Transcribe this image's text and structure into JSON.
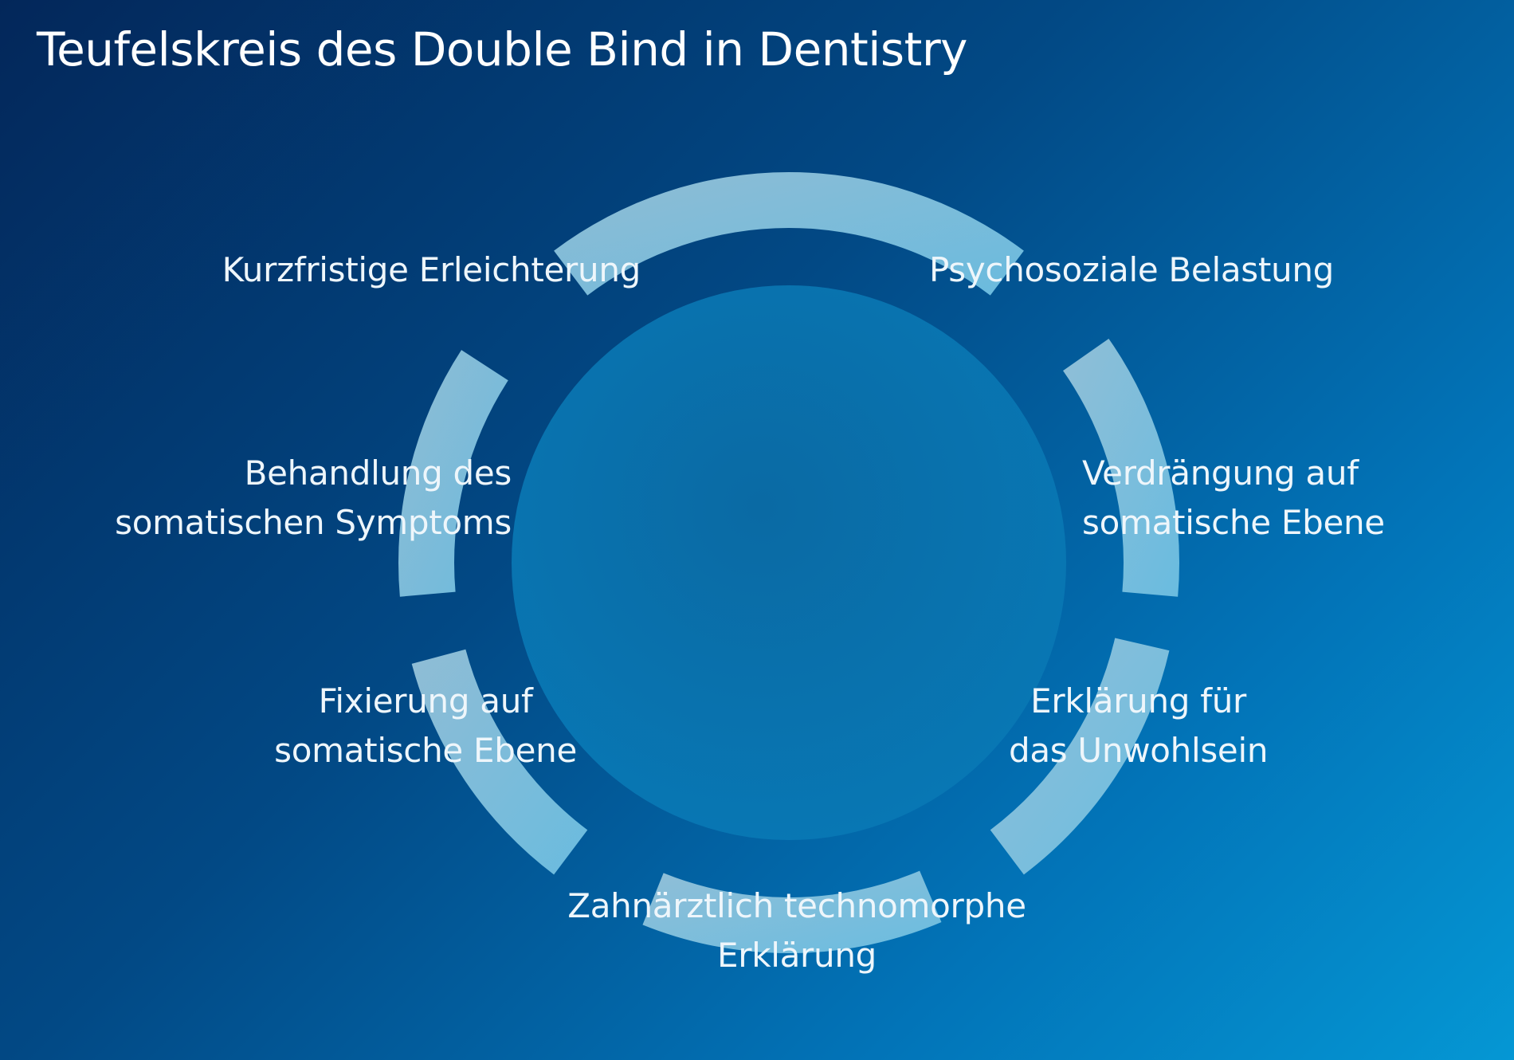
{
  "title": "Teufelskreis des Double Bind in Dentistry",
  "colors": {
    "ring": "#8fc3dc",
    "inner_disc": "#0a72ad",
    "text": "#eef6fb"
  },
  "nodes": [
    {
      "id": "psychosoziale",
      "lines": [
        "Psychosoziale Belastung"
      ]
    },
    {
      "id": "verdraengung",
      "lines": [
        "Verdrängung auf",
        "somatische Ebene"
      ]
    },
    {
      "id": "erklaerung",
      "lines": [
        "Erklärung für",
        "das Unwohlsein"
      ]
    },
    {
      "id": "zahnaerztlich",
      "lines": [
        "Zahnärztlich technomorphe",
        "Erklärung"
      ]
    },
    {
      "id": "fixierung",
      "lines": [
        "Fixierung auf",
        "somatische Ebene"
      ]
    },
    {
      "id": "behandlung",
      "lines": [
        "Behandlung des",
        "somatischen Symptoms"
      ]
    },
    {
      "id": "kurzfristig",
      "lines": [
        "Kurzfristige Erleichterung"
      ]
    }
  ]
}
